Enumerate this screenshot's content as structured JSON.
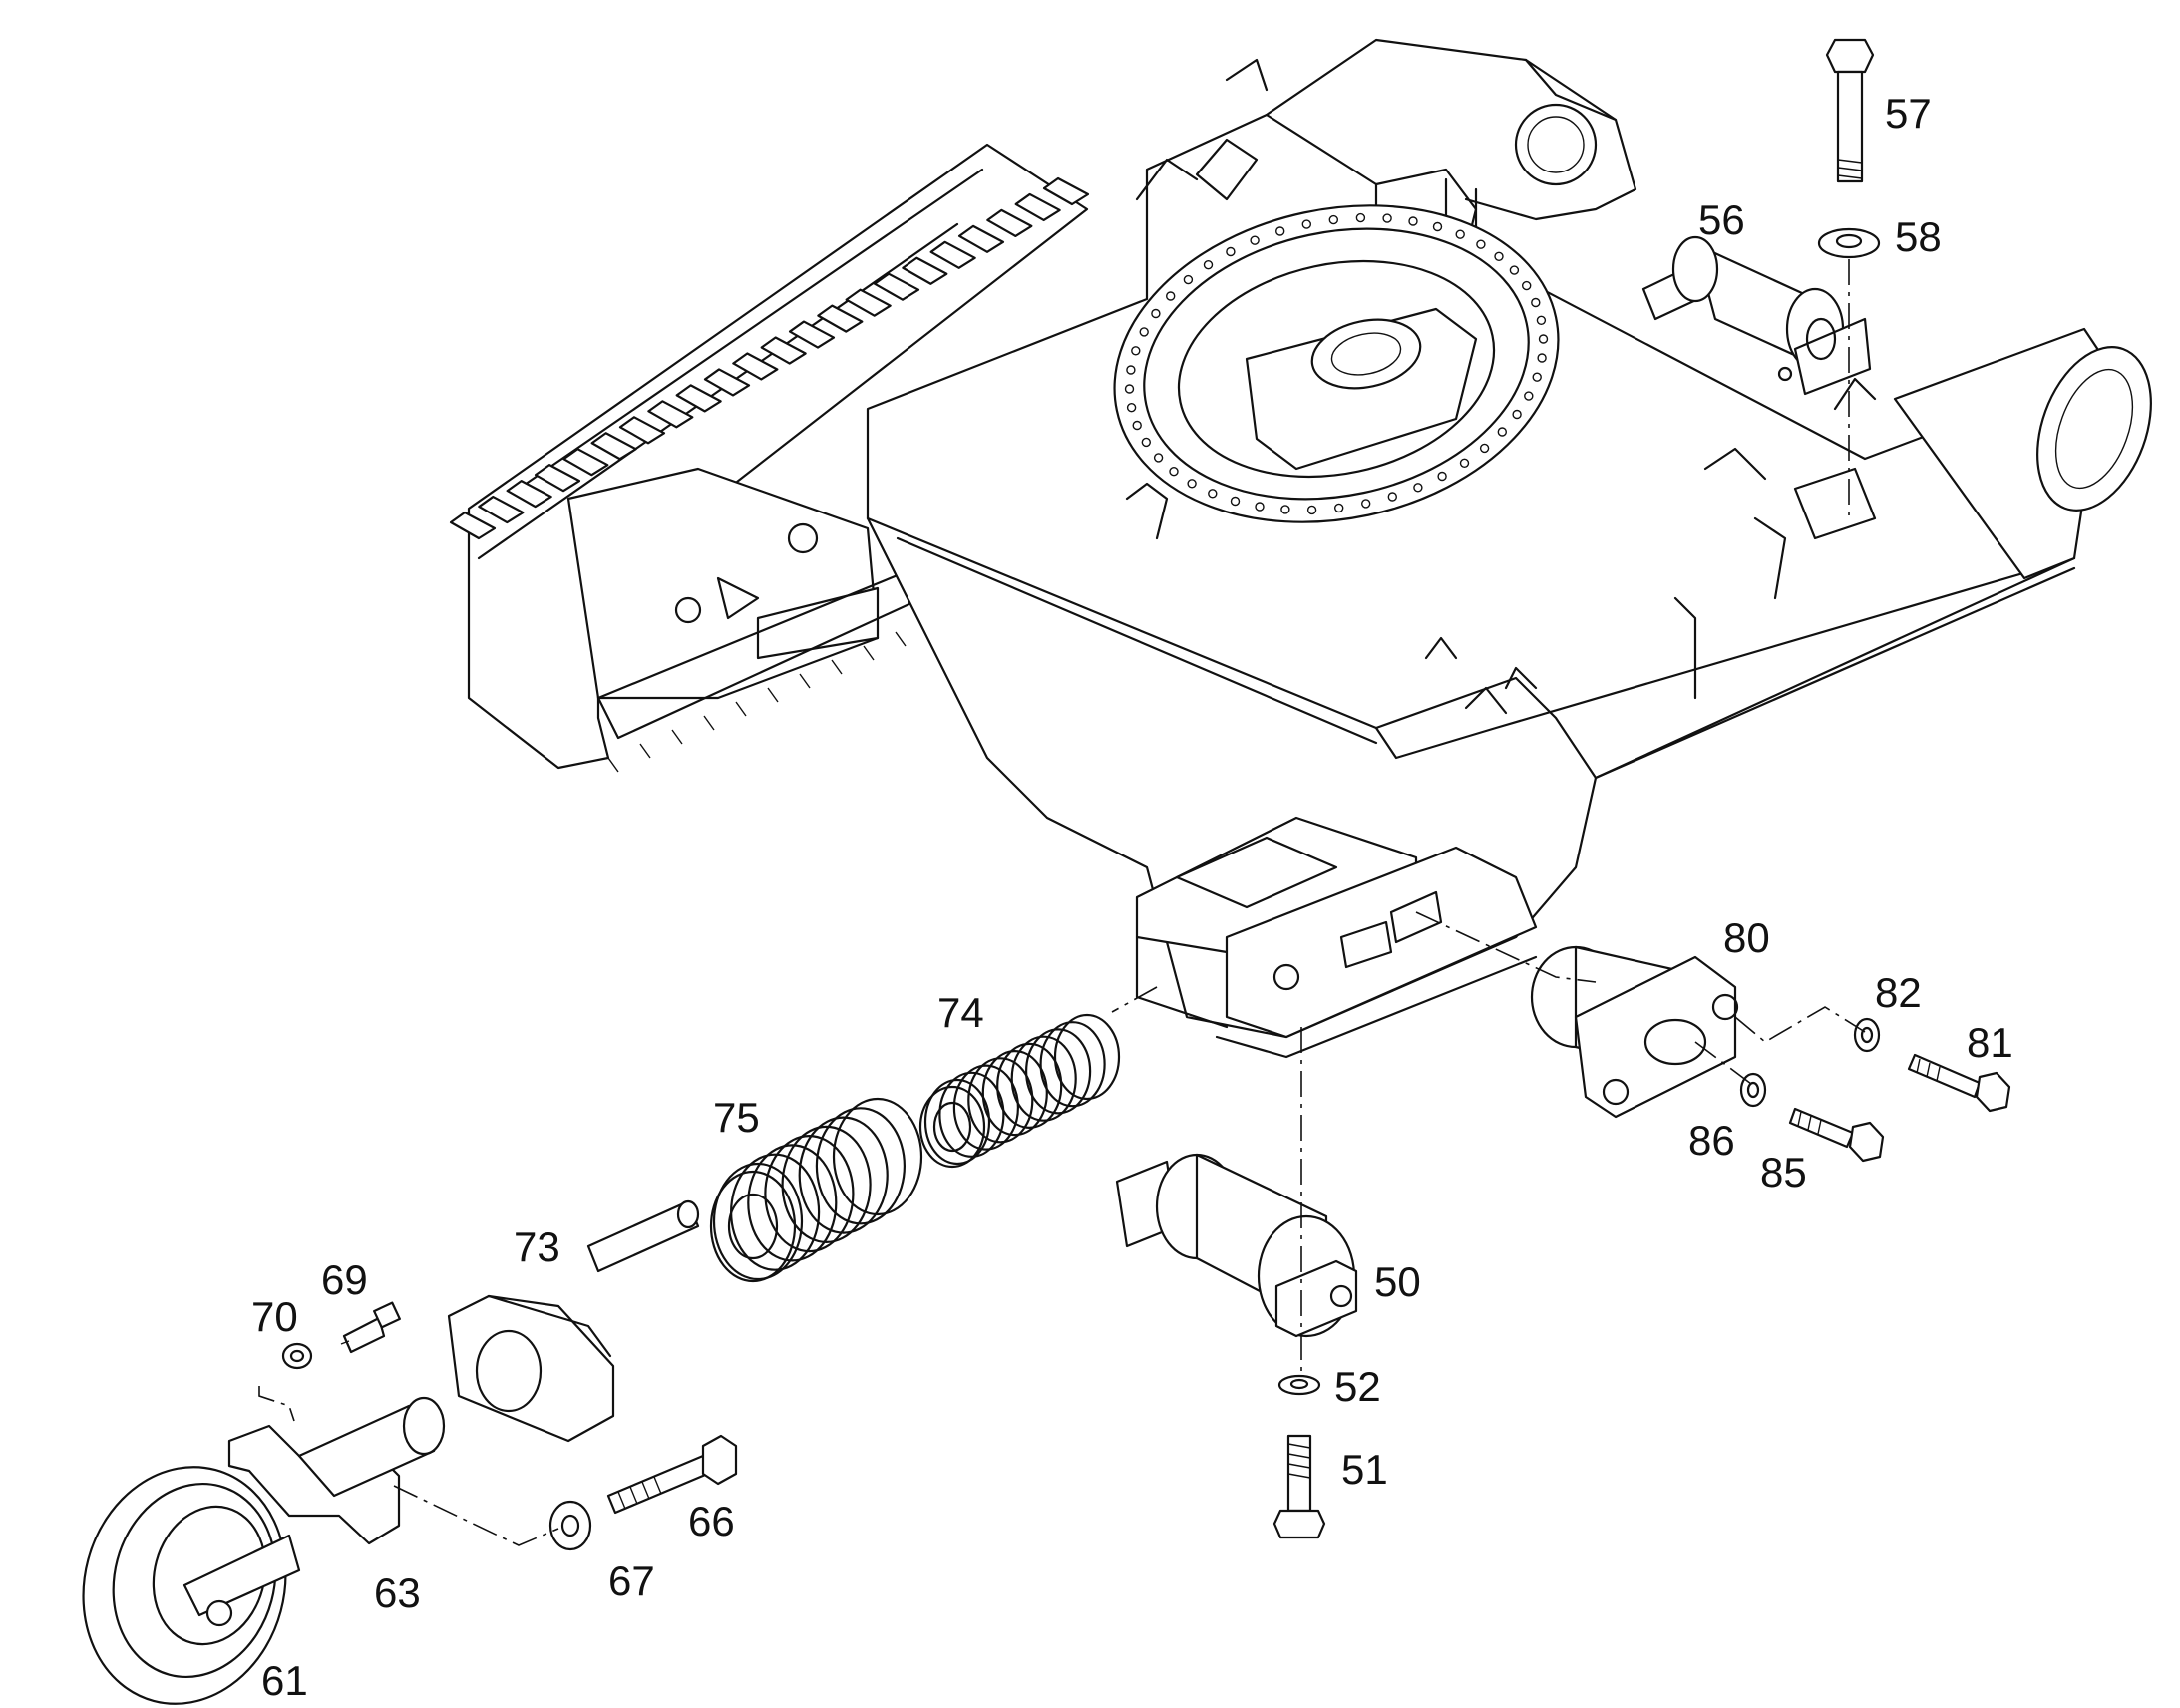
{
  "colors": {
    "line": "#111111",
    "paper": "#ffffff"
  },
  "callouts": {
    "c50": "50",
    "c51": "51",
    "c52": "52",
    "c56": "56",
    "c57": "57",
    "c58": "58",
    "c61": "61",
    "c63": "63",
    "c66": "66",
    "c67": "67",
    "c69": "69",
    "c70": "70",
    "c73": "73",
    "c74": "74",
    "c75": "75",
    "c80": "80",
    "c81": "81",
    "c82": "82",
    "c85": "85",
    "c86": "86"
  }
}
